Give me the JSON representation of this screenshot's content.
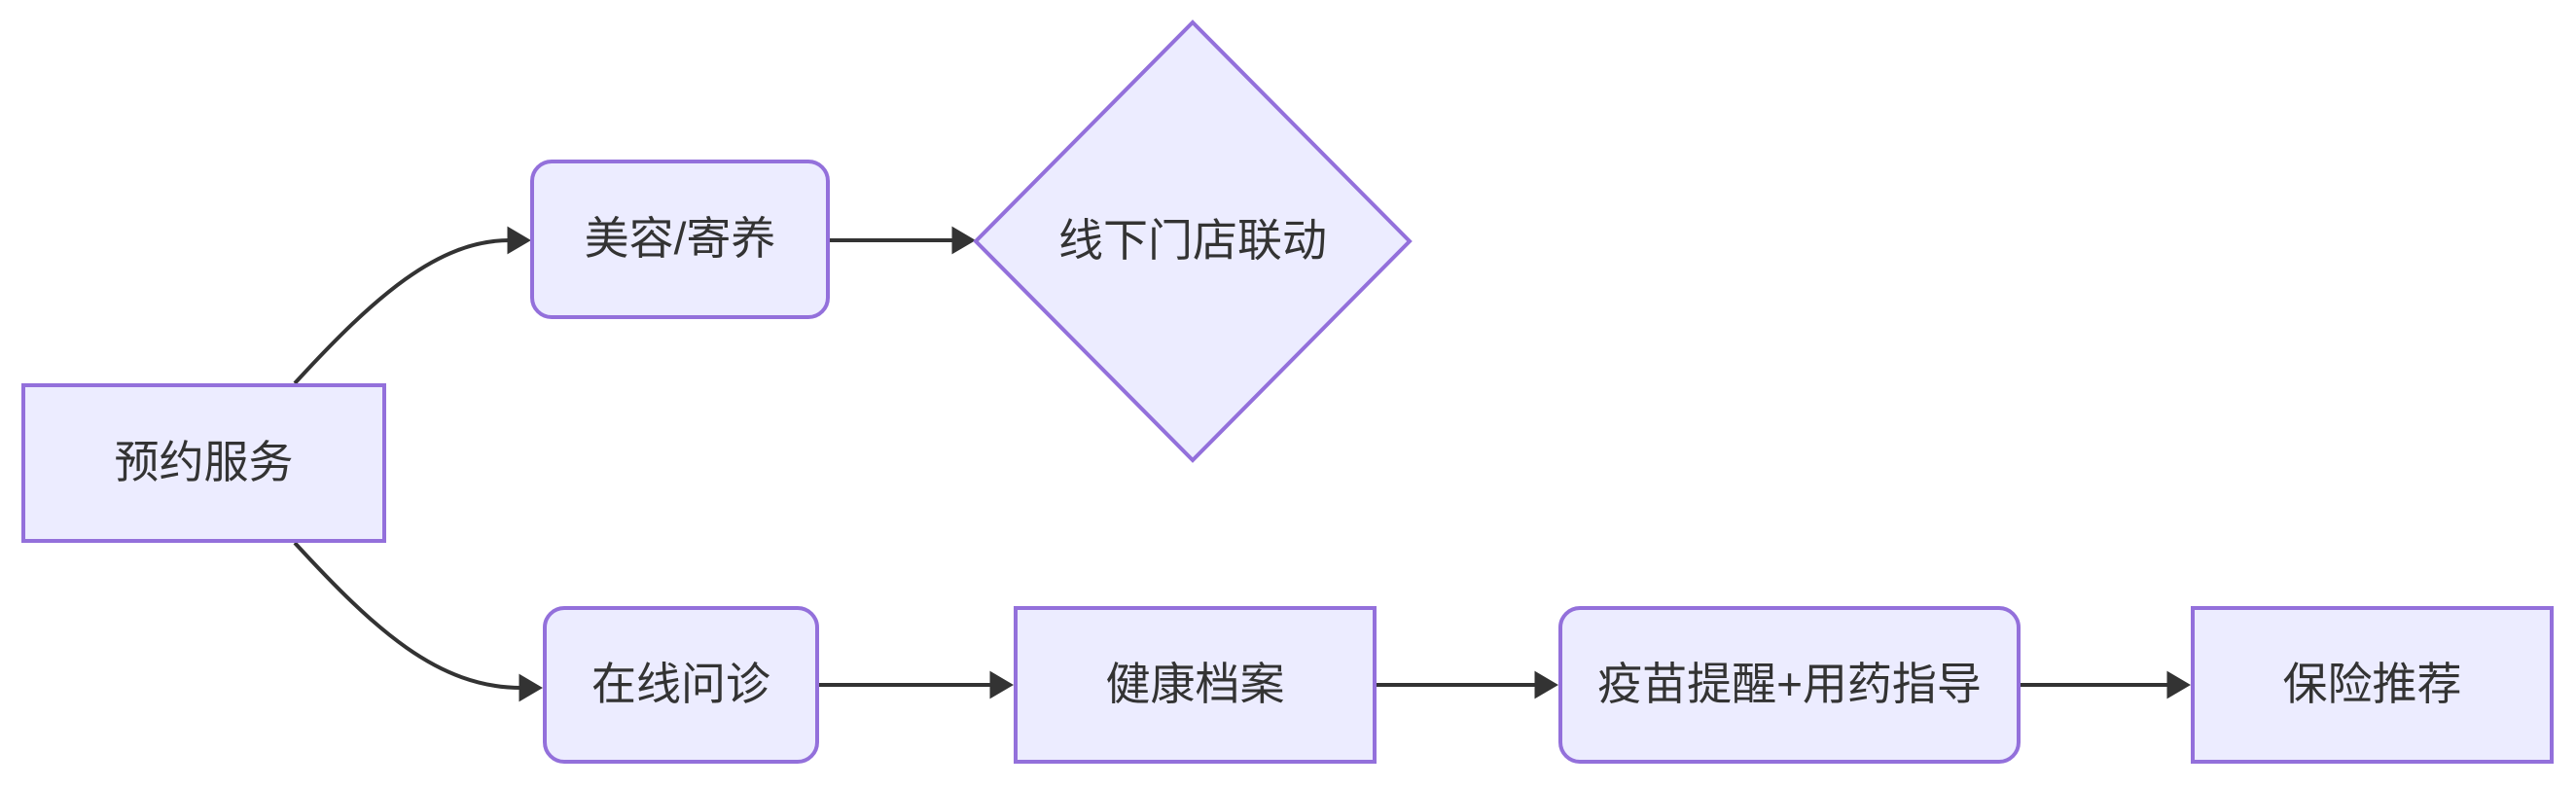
{
  "diagram": {
    "type": "flowchart",
    "direction": "left-to-right",
    "colors": {
      "background": "#ffffff",
      "node_fill": "#ECECFF",
      "node_border": "#9370DB",
      "edge": "#333333",
      "text": "#333333"
    },
    "nodes": [
      {
        "id": "A",
        "label": "预约服务",
        "shape": "rectangle"
      },
      {
        "id": "B",
        "label": "美容/寄养",
        "shape": "rounded-rectangle"
      },
      {
        "id": "C",
        "label": "线下门店联动",
        "shape": "diamond"
      },
      {
        "id": "D",
        "label": "在线问诊",
        "shape": "rounded-rectangle"
      },
      {
        "id": "E",
        "label": "健康档案",
        "shape": "rectangle"
      },
      {
        "id": "F",
        "label": "疫苗提醒+用药指导",
        "shape": "rounded-rectangle"
      },
      {
        "id": "G",
        "label": "保险推荐",
        "shape": "rectangle"
      }
    ],
    "edges": [
      {
        "from": "预约服务",
        "to": "美容/寄养",
        "style": "curved-arrow"
      },
      {
        "from": "美容/寄养",
        "to": "线下门店联动",
        "style": "straight-arrow"
      },
      {
        "from": "预约服务",
        "to": "在线问诊",
        "style": "curved-arrow"
      },
      {
        "from": "在线问诊",
        "to": "健康档案",
        "style": "straight-arrow"
      },
      {
        "from": "健康档案",
        "to": "疫苗提醒+用药指导",
        "style": "straight-arrow"
      },
      {
        "from": "疫苗提醒+用药指导",
        "to": "保险推荐",
        "style": "straight-arrow"
      }
    ]
  }
}
